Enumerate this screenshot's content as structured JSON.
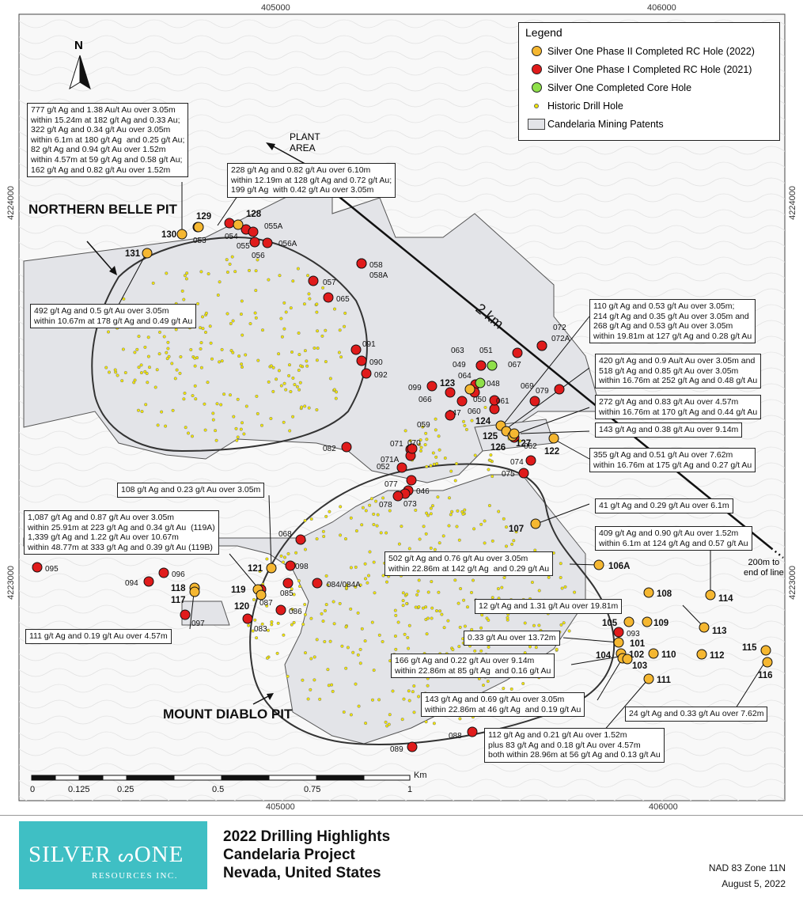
{
  "grid": {
    "easting_top": [
      "405000",
      "406000"
    ],
    "easting_bottom": [
      "405000",
      "406000"
    ],
    "northing_left": [
      "4224000",
      "4223000"
    ],
    "northing_right": [
      "4224000",
      "4223000"
    ]
  },
  "legend": {
    "title": "Legend",
    "items": [
      {
        "label": "Silver One Phase II Completed RC Hole (2022)",
        "color": "#f5b731"
      },
      {
        "label": "Silver One Phase I Completed RC Hole (2021)",
        "color": "#e01b1b"
      },
      {
        "label": "Silver One Completed Core Hole",
        "color": "#8fe04a"
      },
      {
        "label": "Historic Drill Hole",
        "color": "#f2e600"
      },
      {
        "label": "Candelaria Mining Patents",
        "color": "#e3e4e8"
      }
    ]
  },
  "north": {
    "label": "N"
  },
  "plant_area": "PLANT\nAREA",
  "line_label": "2 km",
  "end_note": "200m to\nend of line",
  "pits": {
    "northern": "NORTHERN\nBELLE PIT",
    "diablo": "MOUNT\nDIABLO PIT"
  },
  "callouts": [
    "777 g/t Ag and 1.38 Au/t Au over 3.05m\nwithin 15.24m at 182 g/t Ag and 0.33 Au;\n322 g/t Ag and 0.34 g/t Au over 3.05m\nwithin 6.1m at 180 g/t Ag  and 0.25 g/t Au;\n82 g/t Ag and 0.94 g/t Au over 1.52m\nwithin 4.57m at 59 g/t Ag and 0.58 g/t Au;\n162 g/t Ag and 0.82 g/t Au over 1.52m",
    "228 g/t Ag and 0.82 g/t Au over 6.10m\nwithin 12.19m at 128 g/t Ag and 0.72 g/t Au;\n199 g/t Ag  with 0.42 g/t Au over 3.05m",
    "492 g/t Ag and 0.5 g/t Au over 3.05m\nwithin 10.67m at 178 g/t Ag and 0.49 g/t Au",
    "110 g/t Ag and 0.53 g/t Au over 3.05m;\n214 g/t Ag and 0.35 g/t Au over 3.05m and\n268 g/t Ag and 0.53 g/t Au over 3.05m\nwithin 19.81m at 127 g/t Ag and 0.28 g/t Au",
    "420 g/t Ag and 0.9 Au/t Au over 3.05m and\n518 g/t Ag and 0.85 g/t Au over 3.05m\nwithin 16.76m at 252 g/t Ag and 0.48 g/t Au",
    "272 g/t Ag and 0.83 g/t Au over 4.57m\nwithin 16.76m at 170 g/t Ag and 0.44 g/t Au",
    "143 g/t Ag and 0.38 g/t Au over 9.14m",
    "355 g/t Ag and 0.51 g/t Au over 7.62m\nwithin 16.76m at 175 g/t Ag and 0.27 g/t Au",
    "108 g/t Ag and 0.23 g/t Au over 3.05m",
    "1,087 g/t Ag and 0.87 g/t Au over 3.05m\nwithin 25.91m at 223 g/t Ag and 0.34 g/t Au  (119A)\n1,339 g/t Ag and 1.22 g/t Au over 10.67m\nwithin 48.77m at 333 g/t Ag and 0.39 g/t Au (119B)",
    "41 g/t Ag and 0.29 g/t Au over 6.1m",
    "409 g/t Ag and 0.90 g/t Au over 1.52m\nwithin 6.1m at 124 g/t Ag and 0.57 g/t Au",
    "502 g/t Ag and 0.76 g/t Au over 3.05m\nwithin 22.86m at 142 g/t Ag  and 0.29 g/t Au",
    "12 g/t Ag and 1.31 g/t Au over 19.81m",
    "111 g/t Ag and 0.19 g/t Au over 4.57m",
    "0.33 g/t Au over 13.72m",
    "166 g/t Ag and 0.22 g/t Au over 9.14m\nwithin 22.86m at 85 g/t Ag  and 0.16 g/t Au",
    "143 g/t Ag and 0.69 g/t Au over 3.05m\nwithin 22.86m at 46 g/t Ag  and 0.19 g/t Au",
    "24 g/t Ag and 0.33 g/t Au over 7.62m",
    "112 g/t Ag and 0.21 g/t Au over 1.52m\nplus 83 g/t Ag and 0.18 g/t Au over 4.57m\nboth within 28.96m at 56 g/t Ag and 0.13 g/t Au"
  ],
  "holes_phase2": [
    "130",
    "129",
    "128",
    "131",
    "123",
    "124",
    "125",
    "126",
    "127",
    "122",
    "107",
    "106A",
    "121",
    "118",
    "117",
    "119",
    "120",
    "108",
    "114",
    "105",
    "109",
    "113",
    "101",
    "102",
    "104",
    "103",
    "110",
    "112",
    "111",
    "115",
    "116"
  ],
  "holes_phase1": [
    "053",
    "054",
    "055",
    "055A",
    "056",
    "056A",
    "058",
    "058A",
    "057",
    "065",
    "091",
    "090",
    "092",
    "063",
    "049",
    "064",
    "050",
    "047",
    "066",
    "059",
    "099",
    "060",
    "061",
    "069",
    "067",
    "072",
    "072A",
    "079",
    "082",
    "071",
    "071A",
    "070",
    "074",
    "075",
    "062",
    "052",
    "077",
    "046",
    "073",
    "078",
    "068",
    "098",
    "085",
    "087",
    "084/084A",
    "086",
    "083",
    "096",
    "094",
    "095",
    "097",
    "093",
    "088",
    "089"
  ],
  "holes_core": [
    "051",
    "048"
  ],
  "scale": {
    "labels": [
      "0",
      "0.125",
      "0.25",
      "0.5",
      "0.75",
      "1"
    ],
    "unit": "Km"
  },
  "footer": {
    "logo_main": "SILVER",
    "logo_main2": "ONE",
    "logo_sub": "RESOURCES INC.",
    "title": [
      "2022 Drilling Highlights",
      "Candelaria Project",
      "Nevada, United States"
    ],
    "nad": "NAD 83 Zone 11N",
    "date": "August 5, 2022"
  }
}
